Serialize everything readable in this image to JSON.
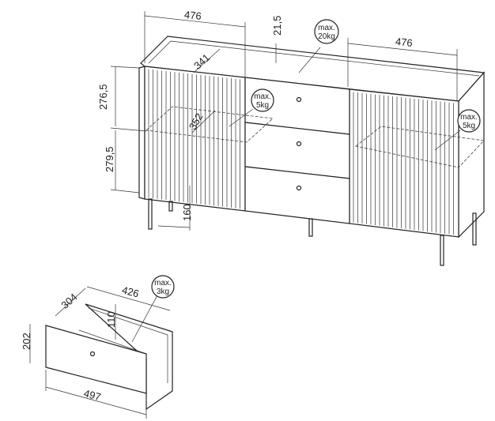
{
  "sideboard": {
    "width_left": "476",
    "width_right": "476",
    "top_thickness": "21,5",
    "depth_inner": "341",
    "shelf_depth": "352",
    "upper_height": "276,5",
    "lower_height": "279,5",
    "leg_height": "160",
    "top_load": {
      "line1": "max.",
      "line2": "20kg"
    },
    "left_shelf_load": {
      "line1": "max.",
      "line2": "5kg"
    },
    "right_shelf_load": {
      "line1": "max.",
      "line2": "5kg"
    }
  },
  "drawer": {
    "depth": "304",
    "inner_width": "426",
    "inner_height": "110",
    "front_height": "202",
    "front_width": "497",
    "load": {
      "line1": "max.",
      "line2": "3kg"
    }
  },
  "colors": {
    "line": "#222222",
    "background": "#ffffff"
  }
}
